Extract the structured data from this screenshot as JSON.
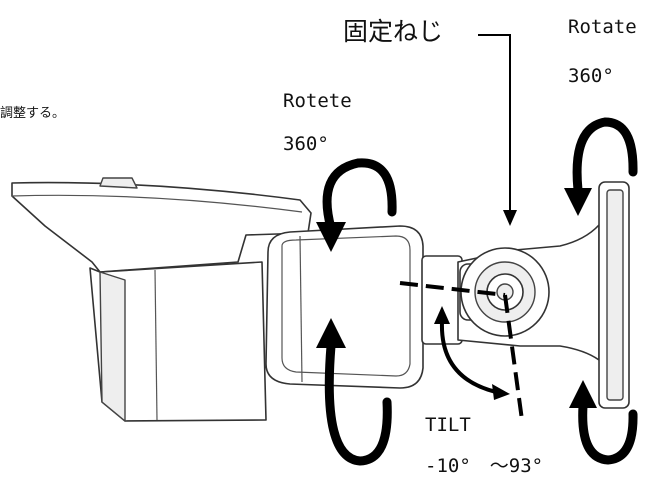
{
  "labels": {
    "fixing_screw": "固定ねじ",
    "rotate_right": "Rotate",
    "rotate_right_degrees": "360°",
    "rotate_left": "Rotete",
    "rotate_left_degrees": "360°",
    "adjust_text": "調整する。",
    "tilt": "TILT",
    "tilt_range": "-10°　～93°"
  }
}
